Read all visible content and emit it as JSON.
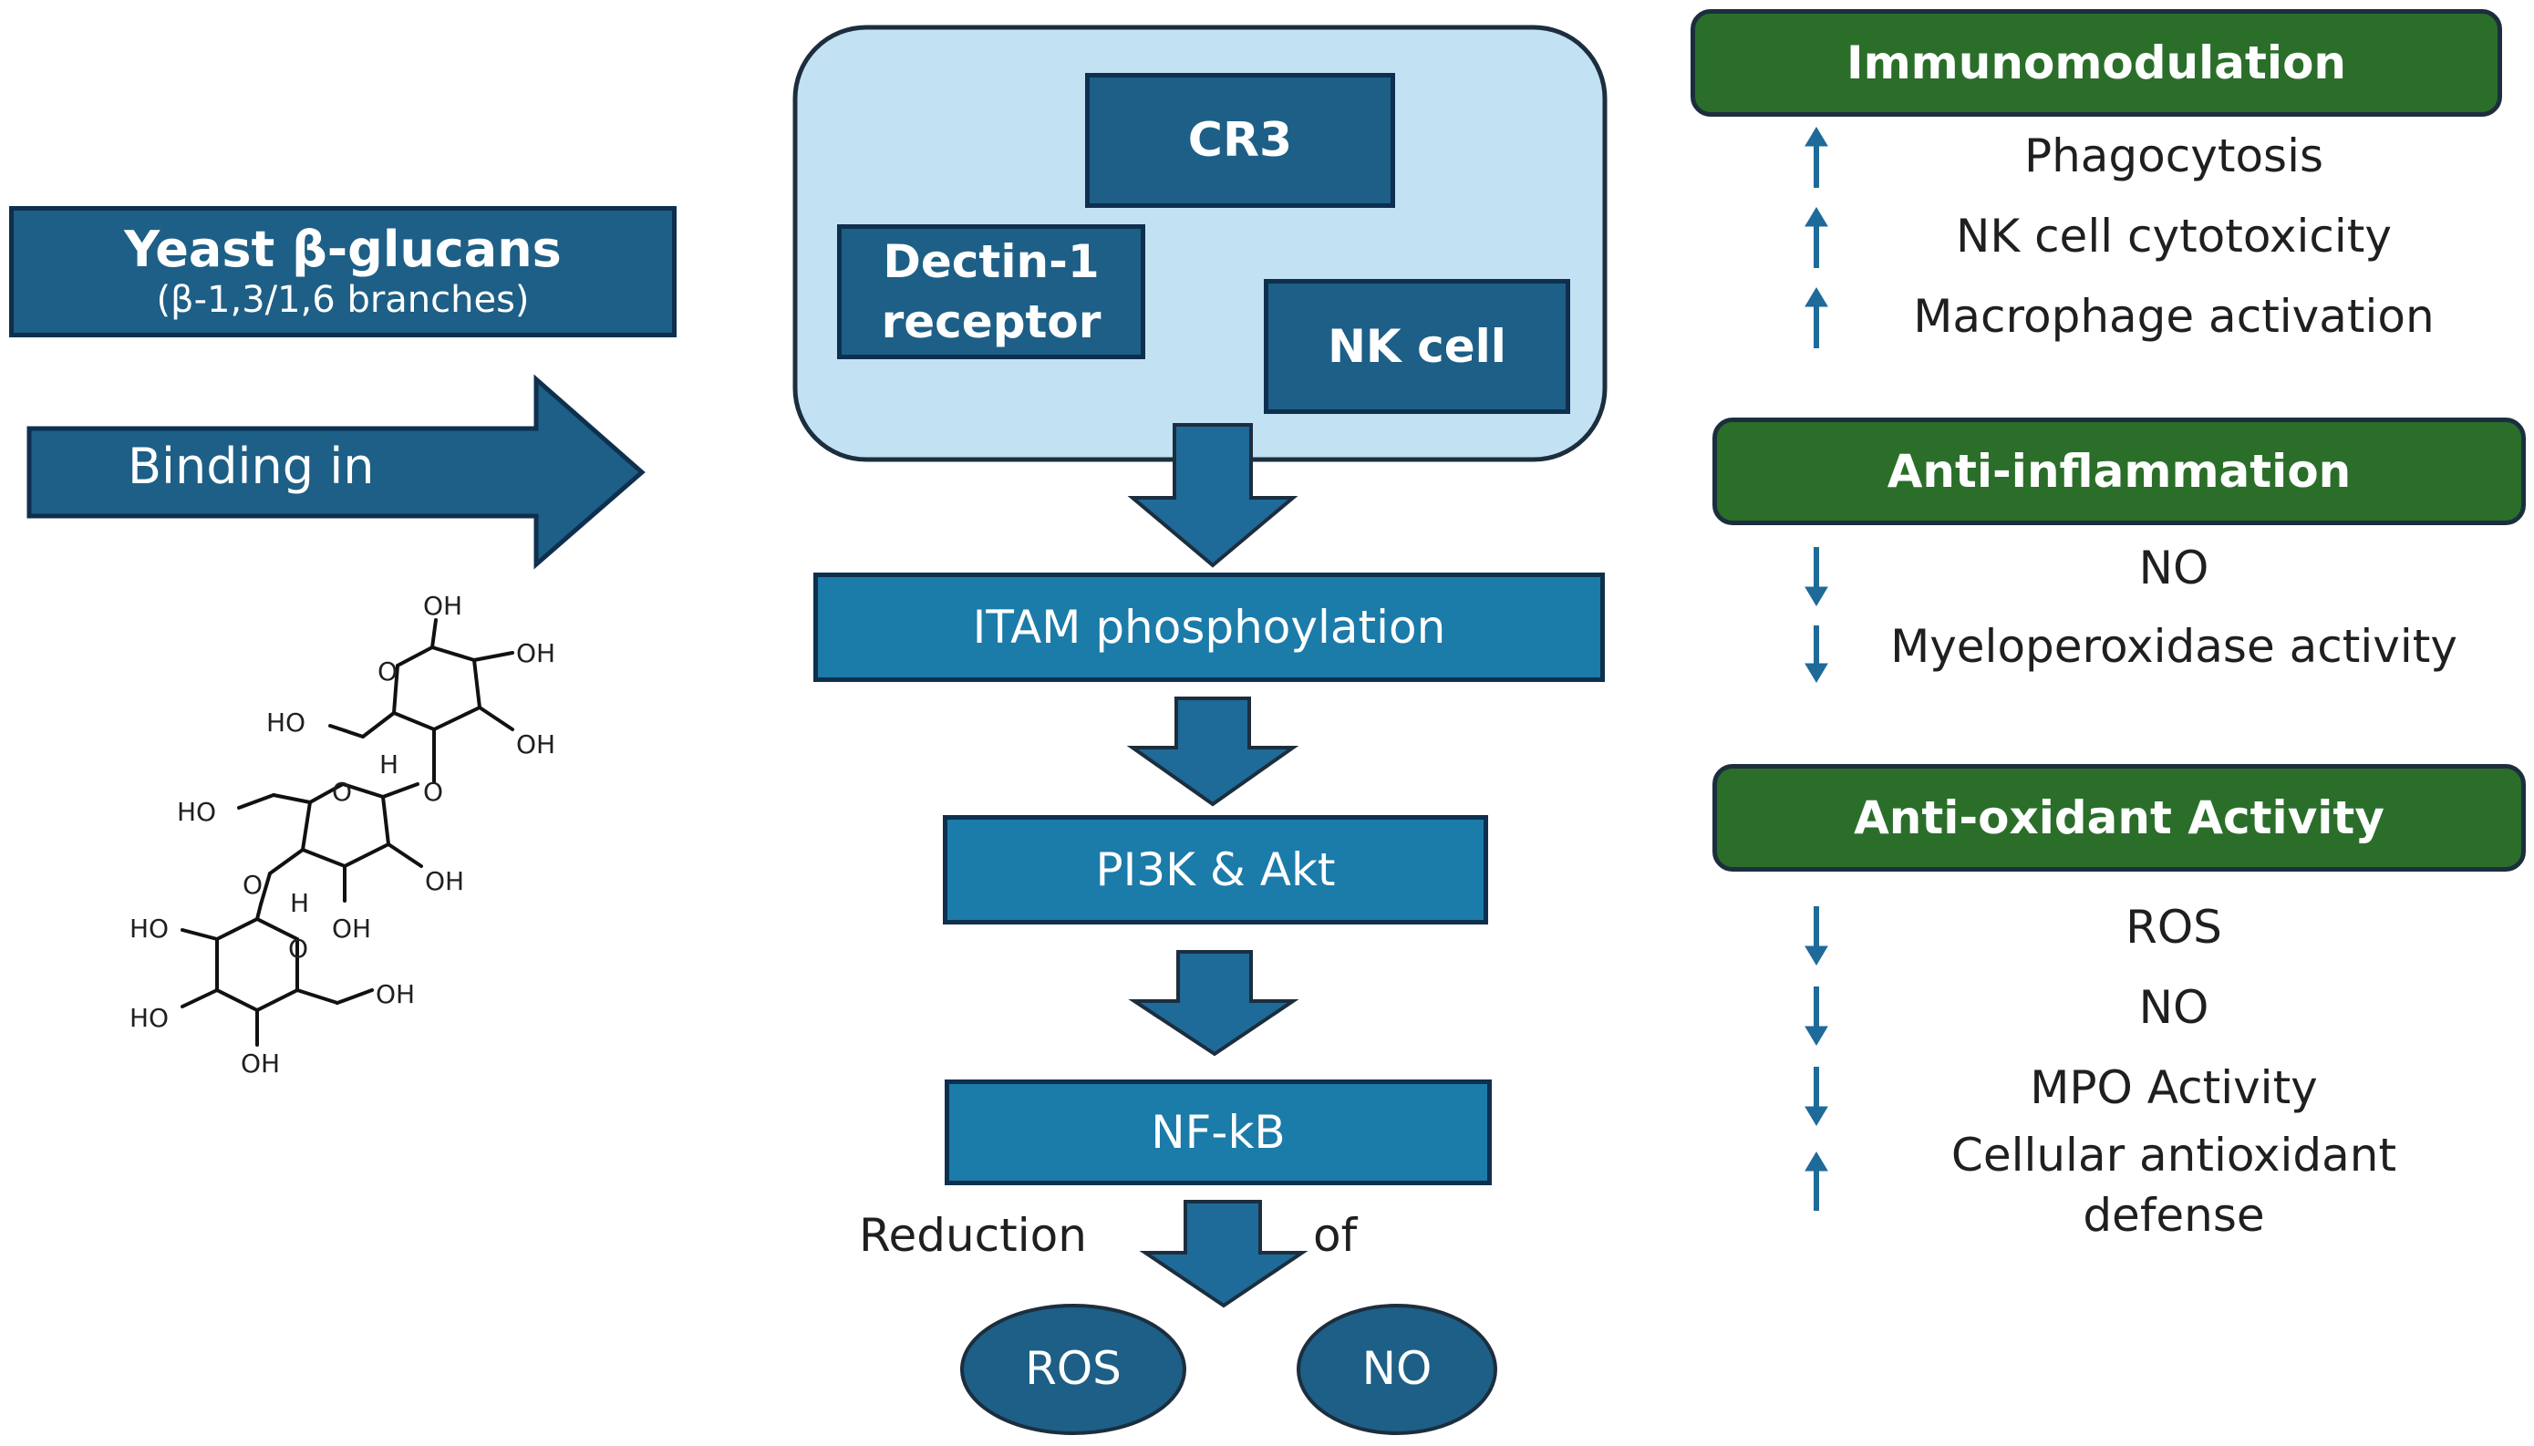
{
  "left": {
    "title": "Yeast β-glucans",
    "subtitle": "(β-1,3/1,6 branches)",
    "arrow_label": "Binding in",
    "molecule": {
      "oh": "OH",
      "ho": "HO",
      "o": "O",
      "h": "H"
    }
  },
  "receptors": {
    "cr3": "CR3",
    "dectin_line1": "Dectin-1",
    "dectin_line2": "receptor",
    "nk": "NK cell"
  },
  "pathway": {
    "itam": "ITAM phosphoylation",
    "pi3k": "PI3K & Akt",
    "nfkb": "NF-kB",
    "reduction": "Reduction",
    "of": "of",
    "ros": "ROS",
    "no": "NO"
  },
  "effects": {
    "immunomodulation": {
      "title": "Immunomodulation",
      "items": [
        {
          "direction": "up",
          "label": "Phagocytosis"
        },
        {
          "direction": "up",
          "label": "NK cell cytotoxicity"
        },
        {
          "direction": "up",
          "label": "Macrophage activation"
        }
      ]
    },
    "anti_inflammation": {
      "title": "Anti-inflammation",
      "items": [
        {
          "direction": "down",
          "label": "NO"
        },
        {
          "direction": "down",
          "label": "Myeloperoxidase activity"
        }
      ]
    },
    "anti_oxidant": {
      "title": "Anti-oxidant Activity",
      "items": [
        {
          "direction": "down",
          "label": "ROS"
        },
        {
          "direction": "down",
          "label": "NO"
        },
        {
          "direction": "down",
          "label": "MPO Activity"
        },
        {
          "direction": "up",
          "label_line1": "Cellular antioxidant",
          "label_line2": "defense"
        }
      ]
    }
  },
  "colors": {
    "dark_blue": "#1d5f86",
    "mid_blue": "#1b7ba9",
    "cell_fill": "#c2e2f3",
    "green": "#2a6e2a",
    "arrow_blue": "#1e6a99"
  }
}
